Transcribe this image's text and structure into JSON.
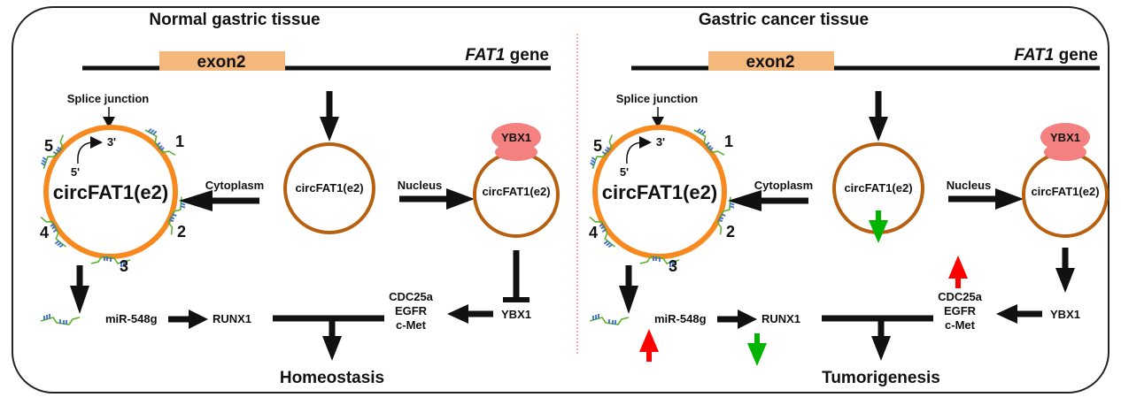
{
  "panels": [
    {
      "id": "normal",
      "title": "Normal gastric tissue",
      "gene": {
        "exon_label": "exon2",
        "gene_name": "FAT1",
        "gene_suffix": "gene"
      },
      "splice_label": "Splice junction",
      "circ_large_label": "circFAT1(e2)",
      "prime5": "5'",
      "prime3": "3'",
      "binding_sites": [
        "1",
        "2",
        "3",
        "4",
        "5"
      ],
      "circ_mid_label": "circFAT1(e2)",
      "circ_nuc_label": "circFAT1(e2)",
      "cytoplasm_label": "Cytoplasm",
      "nucleus_label": "Nucleus",
      "ybx1_protein": "YBX1",
      "mirna_label": "miR-548g",
      "runx1_label": "RUNX1",
      "targets": [
        "CDC25a",
        "EGFR",
        "c-Met"
      ],
      "ybx1_label": "YBX1",
      "outcome": "Homeostasis",
      "ybx1_relation": "inhibited"
    },
    {
      "id": "cancer",
      "title": "Gastric cancer tissue",
      "gene": {
        "exon_label": "exon2",
        "gene_name": "FAT1",
        "gene_suffix": "gene"
      },
      "splice_label": "Splice junction",
      "circ_large_label": "circFAT1(e2)",
      "prime5": "5'",
      "prime3": "3'",
      "binding_sites": [
        "1",
        "2",
        "3",
        "4",
        "5"
      ],
      "circ_mid_label": "circFAT1(e2)",
      "circ_nuc_label": "circFAT1(e2)",
      "cytoplasm_label": "Cytoplasm",
      "nucleus_label": "Nucleus",
      "ybx1_protein": "YBX1",
      "mirna_label": "miR-548g",
      "runx1_label": "RUNX1",
      "targets": [
        "CDC25a",
        "EGFR",
        "c-Met"
      ],
      "ybx1_label": "YBX1",
      "outcome": "Tumorigenesis",
      "ybx1_relation": "activated",
      "regulation": {
        "circFAT1_mid": "down",
        "miR-548g": "up",
        "RUNX1": "down",
        "targets": "up"
      }
    }
  ],
  "colors": {
    "exon_fill": "#f4b87c",
    "circ_large_ring": "#f7891f",
    "circ_small_ring": "#b8600f",
    "ybx1_fill": "#f48080",
    "up_arrow": "#ff0000",
    "down_arrow": "#00b400",
    "divider": "#f08080",
    "rna_backbone": "#5cb030",
    "rna_bases": "#3a6fd0"
  }
}
